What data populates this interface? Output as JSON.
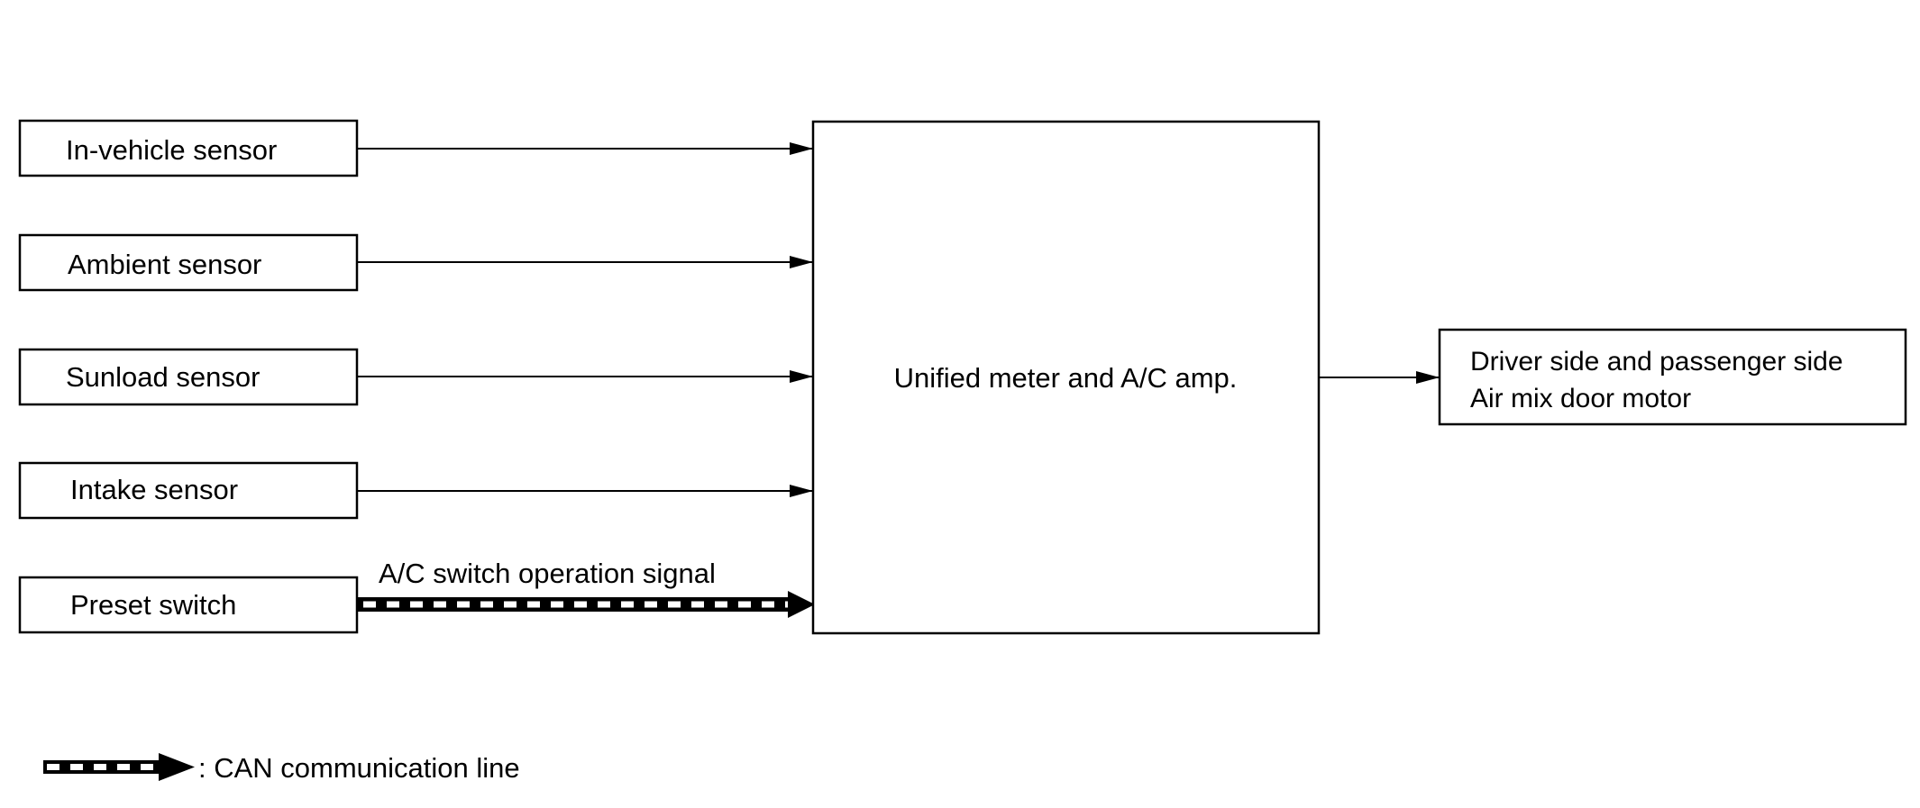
{
  "inputs": [
    {
      "label": "In-vehicle sensor"
    },
    {
      "label": "Ambient sensor"
    },
    {
      "label": "Sunload sensor"
    },
    {
      "label": "Intake sensor"
    },
    {
      "label": "Preset switch"
    }
  ],
  "can_signal_label": "A/C switch operation signal",
  "controller": {
    "label": "Unified meter and A/C amp."
  },
  "output": {
    "line1": "Driver side and passenger side",
    "line2": "Air mix door motor"
  },
  "legend": {
    "label": ": CAN communication line"
  }
}
